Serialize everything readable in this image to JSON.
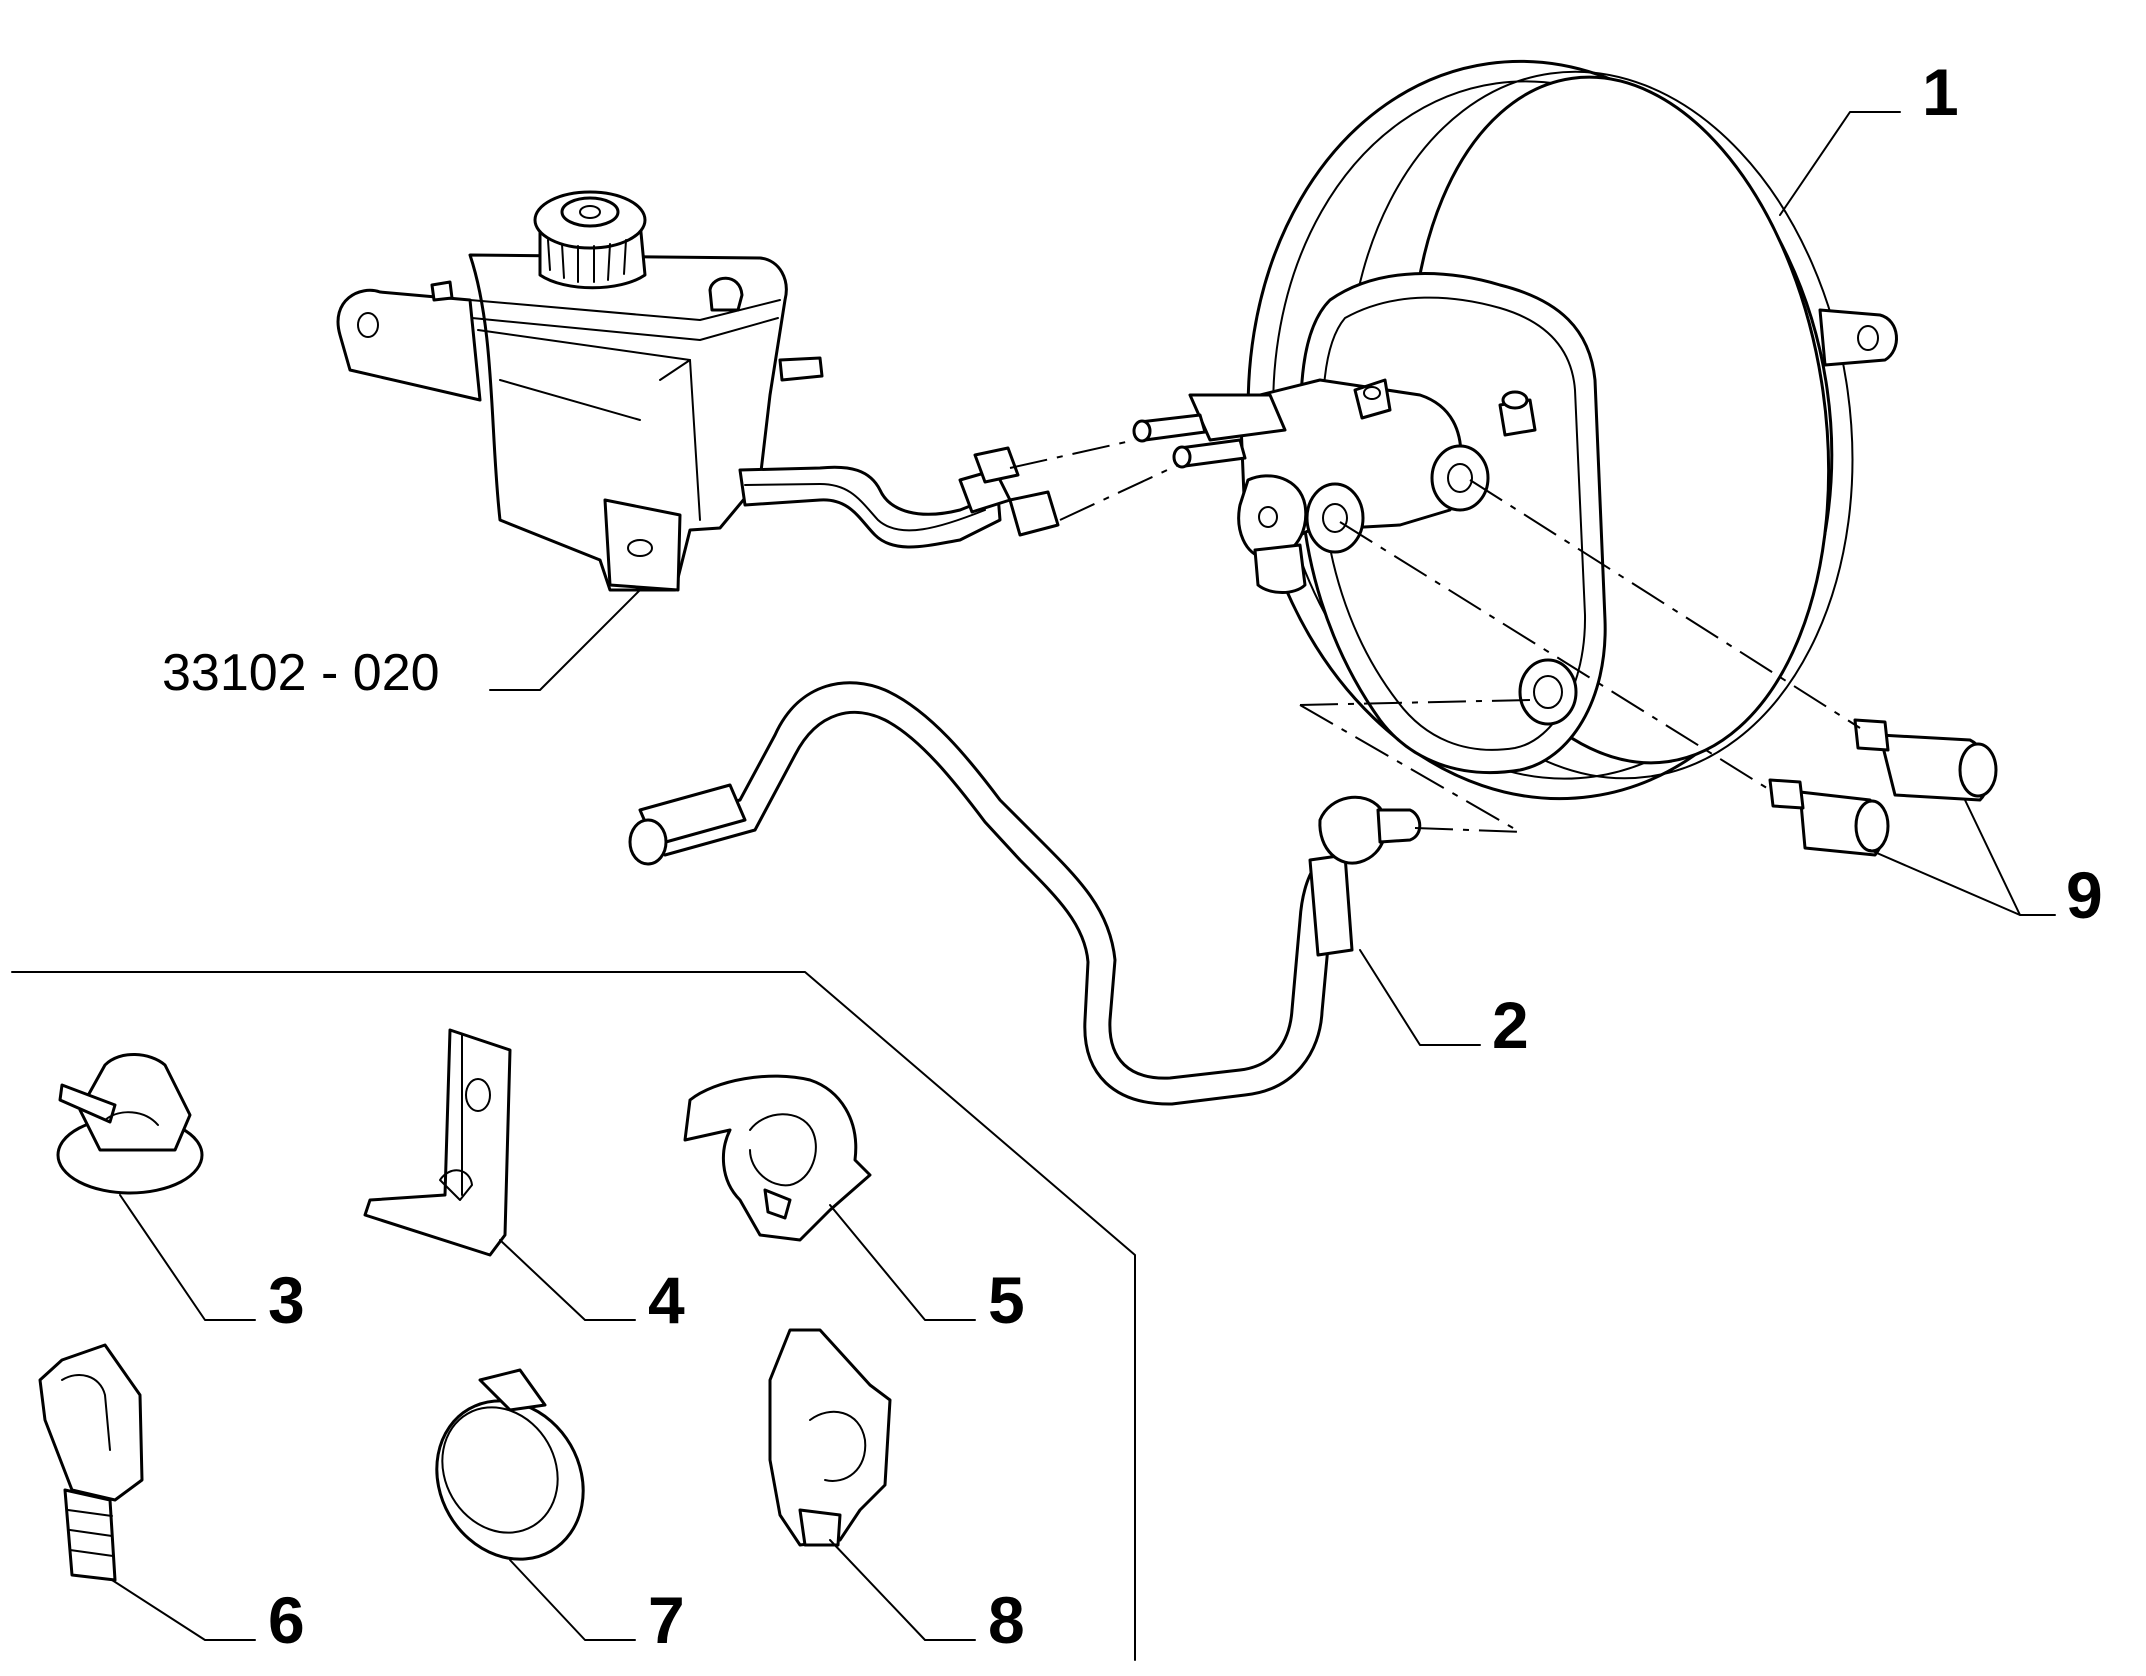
{
  "reference": "33102 - 020",
  "callouts": [
    "1",
    "2",
    "3",
    "4",
    "5",
    "6",
    "7",
    "8",
    "9"
  ]
}
